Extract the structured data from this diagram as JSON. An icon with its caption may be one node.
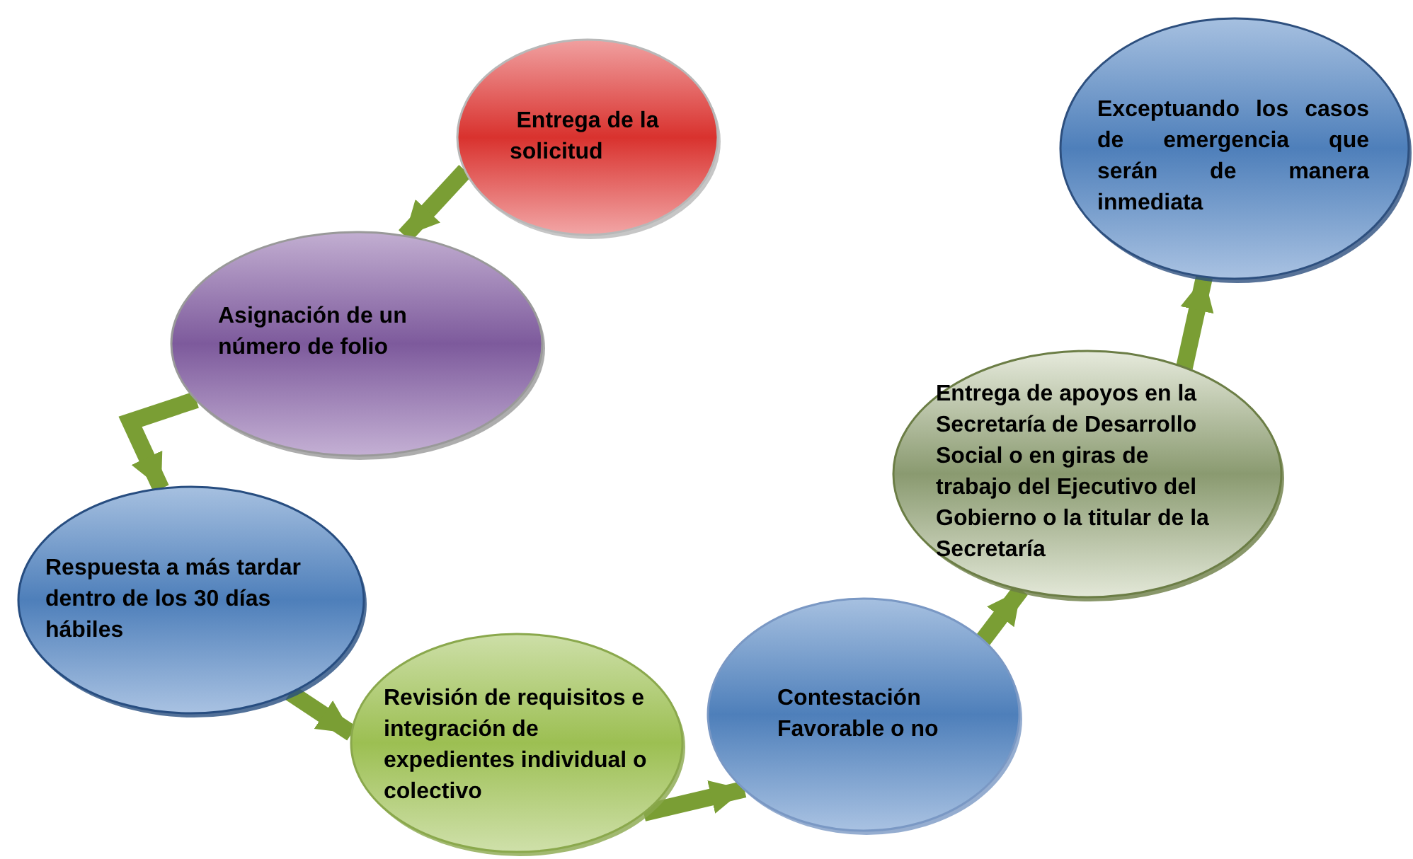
{
  "diagram": {
    "nodes": [
      {
        "text": [
          "Entrega de la solicitud"
        ]
      },
      {
        "text": [
          "Asignación de un número de folio"
        ]
      },
      {
        "text": [
          "Respuesta a más tardar dentro de los 30 días hábiles"
        ]
      },
      {
        "text": [
          "Revisión de requisitos e integración de expedientes individual o colectivo"
        ]
      },
      {
        "text": [
          "Contestación Favorable o no"
        ]
      },
      {
        "text": [
          "Entrega de apoyos en la Secretaría de Desarrollo Social o en giras de trabajo del Ejecutivo del Gobierno o la titular de la Secretaría"
        ]
      },
      {
        "text": [
          "Exceptuando los casos de emergencia que serán de manera inmediata"
        ]
      }
    ],
    "edges": [
      {
        "from": 0,
        "to": 1,
        "arrow": "to"
      },
      {
        "from": 1,
        "to": 2,
        "arrow": "to"
      },
      {
        "from": 2,
        "to": 3,
        "arrow": "to"
      },
      {
        "from": 3,
        "to": 4,
        "arrow": "to"
      },
      {
        "from": 4,
        "to": 5,
        "arrow": "to"
      },
      {
        "from": 5,
        "to": 6,
        "arrow": "to"
      }
    ]
  }
}
